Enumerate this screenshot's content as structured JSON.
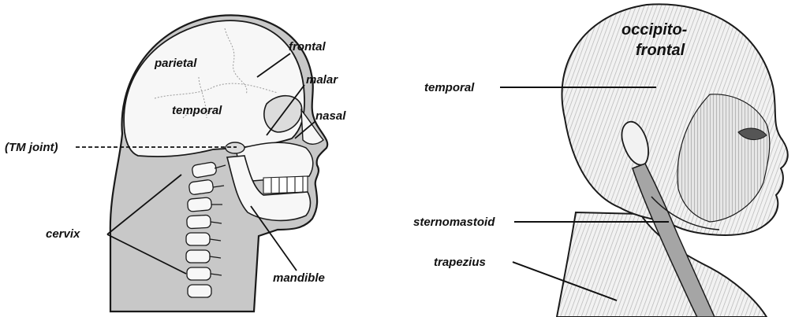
{
  "skull_diagram": {
    "labels": {
      "frontal": "frontal",
      "parietal": "parietal",
      "malar": "malar",
      "nasal": "nasal",
      "temporal": "temporal",
      "tm_joint": "(TM joint)",
      "cervix": "cervix",
      "mandible": "mandible"
    }
  },
  "muscle_diagram": {
    "labels": {
      "occipito_line1": "occipito-",
      "occipito_line2": "frontal",
      "temporal": "temporal",
      "sternomastoid": "sternomastoid",
      "trapezius": "trapezius"
    }
  },
  "colors": {
    "ink": "#111111",
    "skin": "#c8c8c8",
    "bone": "#f7f7f7",
    "muscle_shade": "#9a9a9a",
    "background": "#ffffff"
  }
}
